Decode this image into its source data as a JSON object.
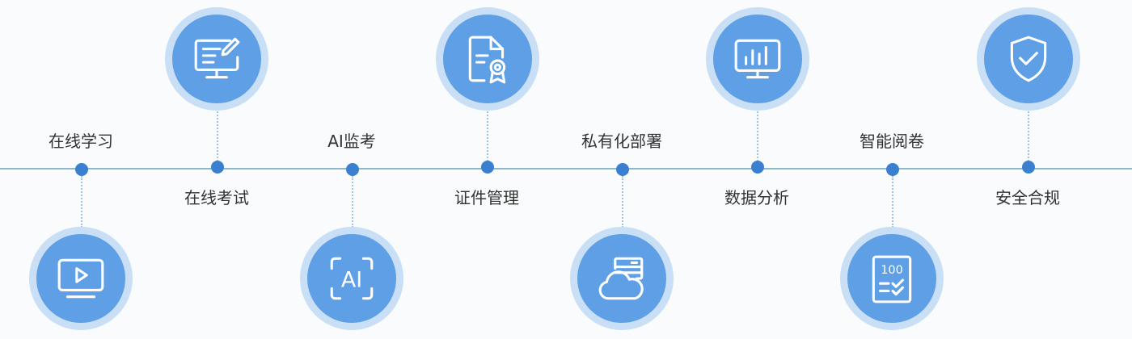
{
  "features": [
    {
      "label": "在线学习",
      "icon": "video-play-icon"
    },
    {
      "label": "在线考试",
      "icon": "exam-edit-icon"
    },
    {
      "label": "AI监考",
      "icon": "ai-scan-icon"
    },
    {
      "label": "证件管理",
      "icon": "certificate-icon"
    },
    {
      "label": "私有化部署",
      "icon": "cloud-server-icon"
    },
    {
      "label": "数据分析",
      "icon": "bar-chart-icon"
    },
    {
      "label": "智能阅卷",
      "icon": "grading-sheet-icon"
    },
    {
      "label": "安全合规",
      "icon": "shield-check-icon"
    }
  ],
  "grading_score": "100",
  "ai_text": "AI",
  "colors": {
    "accent": "#3b7fd0",
    "circle": "#5f9fe6",
    "halo": "#c9dff5",
    "line": "#8cb8cc"
  }
}
